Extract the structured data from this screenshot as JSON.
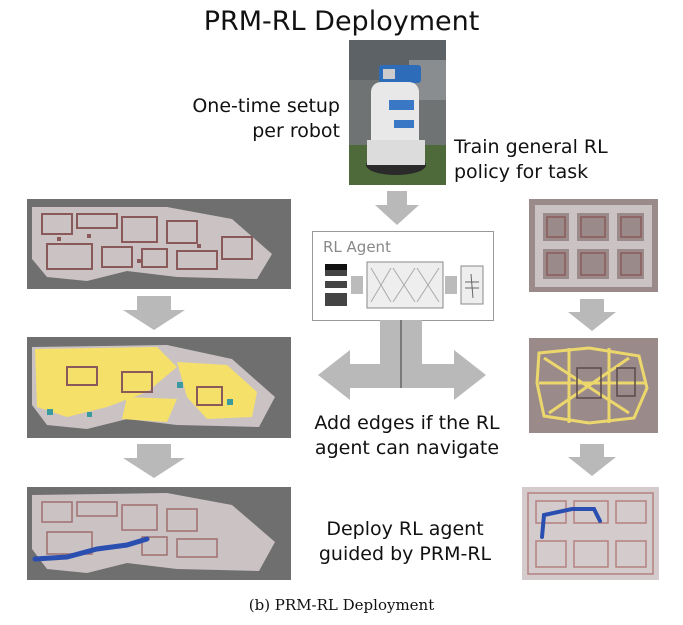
{
  "title": "PRM-RL Deployment",
  "labels": {
    "setup": "One-time setup\nper robot",
    "train": "Train general RL\npolicy for task",
    "add_edges": "Add edges if the RL\nagent can navigate",
    "deploy": "Deploy RL agent\nguided by PRM-RL"
  },
  "agent_box": {
    "title": "RL Agent"
  },
  "caption": "(b) PRM-RL Deployment",
  "colors": {
    "map_bg": "#6f6f6f",
    "floor": "#cbc3c3",
    "walls": "#8a5a5a",
    "roadmap": "#f5e06a",
    "path": "#2a4fb0",
    "arrow": "#b9b9b9"
  }
}
